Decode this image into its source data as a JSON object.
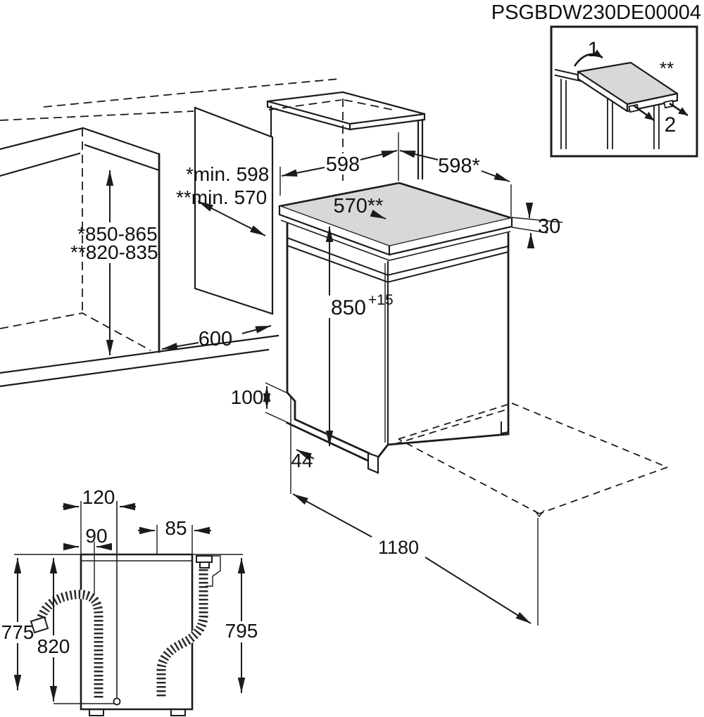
{
  "title": "PSGBDW230DE00004",
  "colors": {
    "line": "#1b1b1b",
    "worktop_fill": "#d8d8d8",
    "background": "#ffffff"
  },
  "inset": {
    "step_1": "1",
    "step_2": "2",
    "note": "**"
  },
  "cabinet": {
    "niche_height_star": "*850-865",
    "niche_height_2star": "**820-835",
    "niche_depth_star": "*min. 598",
    "niche_depth_2star": "**min. 570",
    "niche_width": "600"
  },
  "dishwasher": {
    "depth_top": "598",
    "width_top": "598*",
    "depth_no_worktop": "570**",
    "worktop_thickness": "30",
    "height": "850",
    "height_tolerance": "+15",
    "plinth_height": "100",
    "plinth_recess": "44",
    "door_open_depth": "1180"
  },
  "rear": {
    "dim_120": "120",
    "dim_90": "90",
    "dim_85": "85",
    "dim_775": "775",
    "dim_820": "820",
    "dim_795": "795"
  }
}
